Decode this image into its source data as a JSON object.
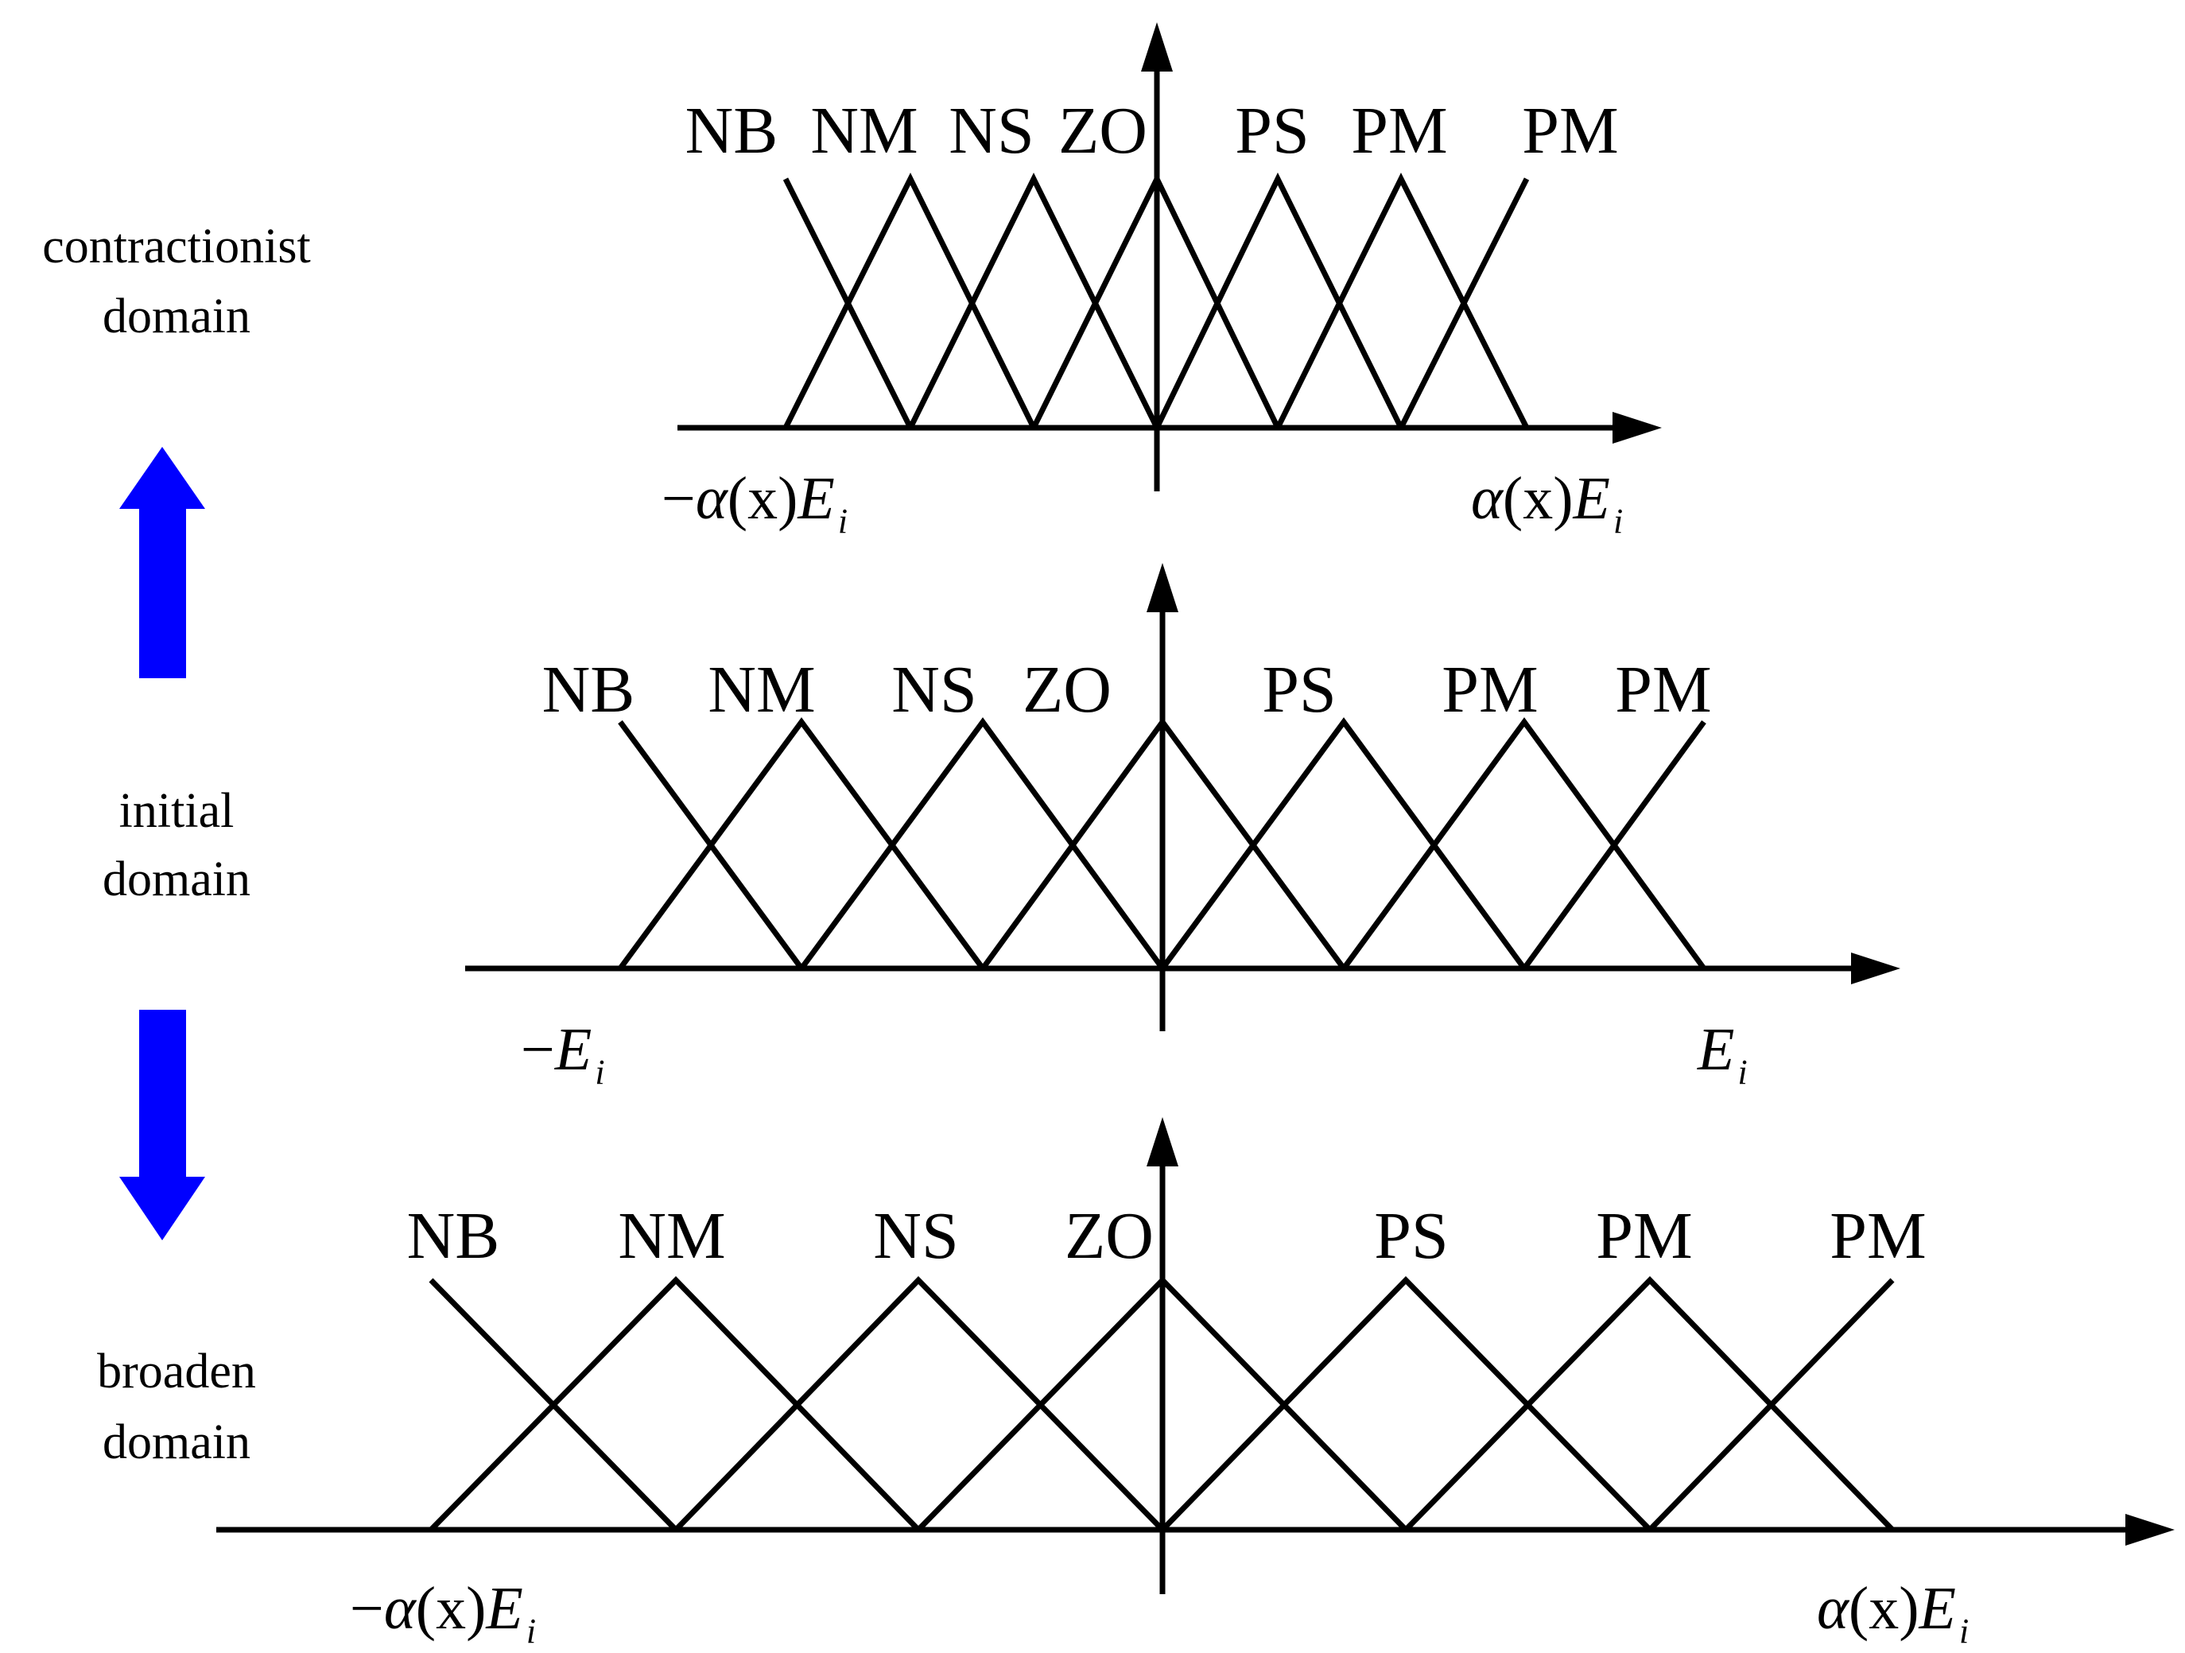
{
  "side_labels": {
    "contracted": [
      "contractionist",
      "domain"
    ],
    "initial": [
      "initial",
      "domain"
    ],
    "broaden": [
      "broaden",
      "domain"
    ]
  },
  "arrow_color": "#0000ff",
  "line_color": "#000000",
  "membership_sets": [
    "NB",
    "NM",
    "NS",
    "ZO",
    "PS",
    "PM",
    "PM"
  ],
  "panels": [
    {
      "id": "contracted",
      "left_label": {
        "prefix": "−",
        "alpha": "α",
        "x": "(x)",
        "E": "E",
        "sub": "i"
      },
      "right_label": {
        "prefix": "",
        "alpha": "α",
        "x": "(x)",
        "E": "E",
        "sub": "i"
      }
    },
    {
      "id": "initial",
      "left_label": {
        "prefix": "−",
        "alpha": "",
        "x": "",
        "E": "E",
        "sub": "i"
      },
      "right_label": {
        "prefix": "",
        "alpha": "",
        "x": "",
        "E": "E",
        "sub": "i"
      }
    },
    {
      "id": "broaden",
      "left_label": {
        "prefix": "−",
        "alpha": "α",
        "x": "(x)",
        "E": "E",
        "sub": "i"
      },
      "right_label": {
        "prefix": "",
        "alpha": "α",
        "x": "(x)",
        "E": "E",
        "sub": "i"
      }
    }
  ]
}
